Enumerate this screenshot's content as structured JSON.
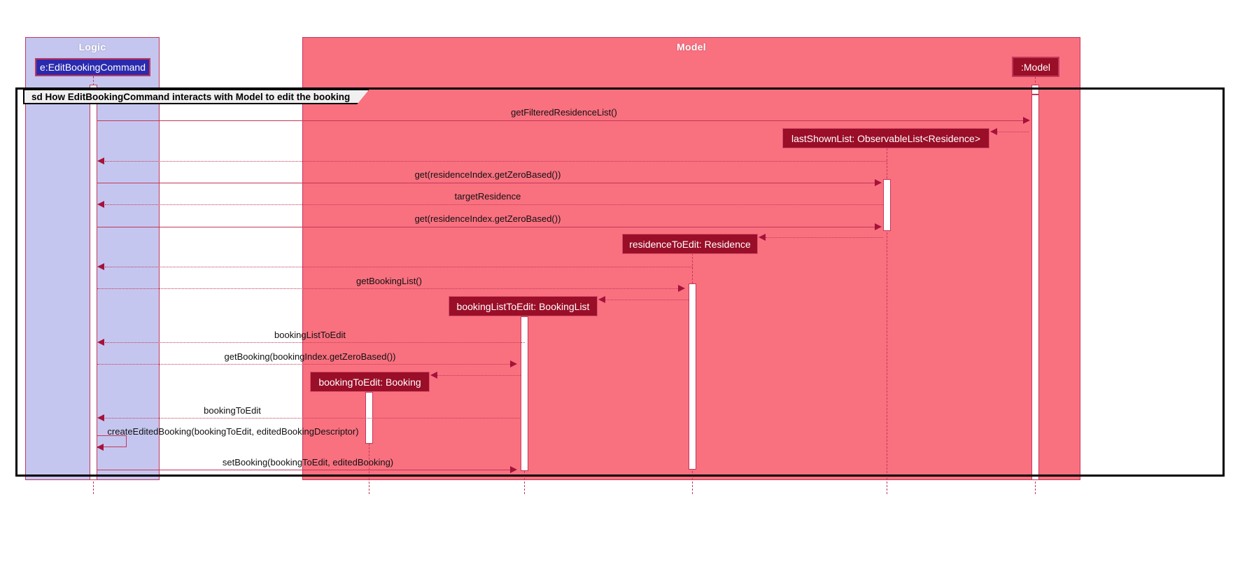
{
  "diagram": {
    "type": "uml-sequence-diagram",
    "frame_label": "sd How EditBookingCommand interacts with Model to edit the booking",
    "colors": {
      "logic_package": "#C5C6EF",
      "model_package": "#F9707F",
      "participant_logic": "#2A2AAE",
      "participant_model": "#9A0E28",
      "line": "#C2385A",
      "frame_border": "#000000"
    }
  },
  "packages": [
    {
      "name": "logic",
      "title": "Logic"
    },
    {
      "name": "model",
      "title": "Model"
    }
  ],
  "participants": [
    {
      "name": "edit-booking-command",
      "label": "e:EditBookingCommand",
      "package": "Logic"
    },
    {
      "name": "model",
      "label": ":Model",
      "package": "Model"
    }
  ],
  "created_objects": [
    {
      "name": "last-shown-list",
      "label": "lastShownList: ObservableList<Residence>"
    },
    {
      "name": "residence-to-edit",
      "label": "residenceToEdit: Residence"
    },
    {
      "name": "booking-list-to-edit",
      "label": "bookingListToEdit: BookingList"
    },
    {
      "name": "booking-to-edit",
      "label": "bookingToEdit: Booking"
    }
  ],
  "messages": [
    {
      "index": 0,
      "label": "getFilteredResidenceList()",
      "kind": "call",
      "direction": "right"
    },
    {
      "index": 1,
      "label": "",
      "kind": "return",
      "direction": "left"
    },
    {
      "index": 2,
      "label": "",
      "kind": "return",
      "direction": "left"
    },
    {
      "index": 3,
      "label": "get(residenceIndex.getZeroBased())",
      "kind": "call",
      "direction": "right"
    },
    {
      "index": 4,
      "label": "targetResidence",
      "kind": "return",
      "direction": "left"
    },
    {
      "index": 5,
      "label": "get(residenceIndex.getZeroBased())",
      "kind": "call",
      "direction": "right"
    },
    {
      "index": 6,
      "label": "",
      "kind": "return",
      "direction": "left"
    },
    {
      "index": 7,
      "label": "",
      "kind": "return",
      "direction": "left"
    },
    {
      "index": 8,
      "label": "getBookingList()",
      "kind": "return",
      "direction": "right"
    },
    {
      "index": 9,
      "label": "",
      "kind": "return",
      "direction": "left"
    },
    {
      "index": 10,
      "label": "bookingListToEdit",
      "kind": "return",
      "direction": "left"
    },
    {
      "index": 11,
      "label": "getBooking(bookingIndex.getZeroBased())",
      "kind": "return",
      "direction": "right"
    },
    {
      "index": 12,
      "label": "",
      "kind": "return",
      "direction": "left"
    },
    {
      "index": 13,
      "label": "bookingToEdit",
      "kind": "return",
      "direction": "left"
    },
    {
      "index": 14,
      "label": "createEditedBooking(bookingToEdit, editedBookingDescriptor)",
      "kind": "self",
      "direction": "self"
    },
    {
      "index": 15,
      "label": "setBooking(bookingToEdit, editedBooking)",
      "kind": "call",
      "direction": "right"
    }
  ]
}
